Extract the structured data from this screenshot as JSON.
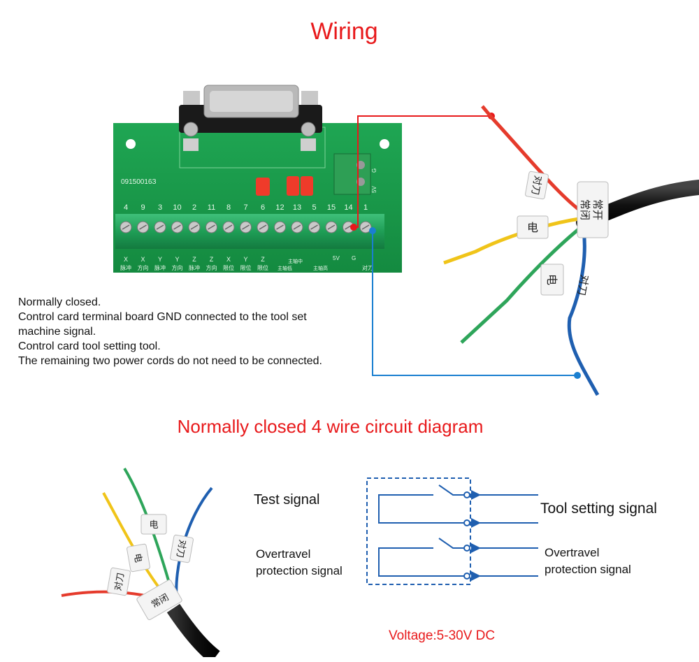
{
  "title": "Wiring",
  "board": {
    "code": "09150016З",
    "pin_numbers": [
      "4",
      "9",
      "3",
      "10",
      "2",
      "11",
      "8",
      "7",
      "6",
      "12",
      "13",
      "5",
      "15",
      "14",
      "1"
    ],
    "bottom_labels": [
      "X",
      "X",
      "Y",
      "Y",
      "Z",
      "Z",
      "X",
      "Y",
      "Z"
    ],
    "bottom_cn": [
      "脉冲",
      "方向",
      "脉冲",
      "方向",
      "脉冲",
      "方向",
      "限位",
      "限位",
      "限位"
    ],
    "spindle_labels": [
      "主轴中",
      "主轴低",
      "主轴高"
    ],
    "v5_label": "5V",
    "g_label": "G",
    "tool_label": "对刀",
    "connector_labels": [
      "5V",
      "G"
    ]
  },
  "cable_labels": {
    "tool": "对刀",
    "power": "电",
    "nc": "常闭",
    "switch": "常开"
  },
  "notes": [
    "Normally closed.",
    "Control card terminal board GND connected to the tool set",
    "machine signal.",
    "Control card tool setting tool.",
    "The remaining two power cords do not need to be connected."
  ],
  "section_title": "Normally closed 4 wire circuit diagram",
  "circuit": {
    "test_signal": "Test signal",
    "overtravel_left_1": "Overtravel",
    "overtravel_left_2": "protection signal",
    "tool_setting_signal": "Tool setting signal",
    "overtravel_right_1": "Overtravel",
    "overtravel_right_2": "protection signal",
    "voltage": "Voltage:5-30V DC"
  },
  "colors": {
    "accent_red": "#e8191b",
    "accent_blue": "#1a7fd0",
    "circuit_blue": "#1f5fb0",
    "pcb_green": "#1a9a4a"
  }
}
